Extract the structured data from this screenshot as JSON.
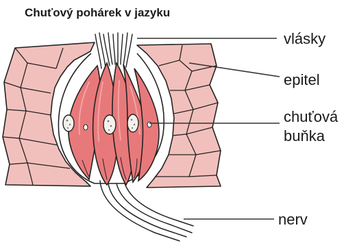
{
  "diagram": {
    "title": "Chuťový pohárek v jazyku",
    "labels": {
      "hairs": "vlásky",
      "epithelium": "epitel",
      "taste_cell_line1": "chuťová",
      "taste_cell_line2": "buňka",
      "nerve": "nerv"
    },
    "colors": {
      "epithelium_fill": "#f2c0bc",
      "cell_fill": "#e8797b",
      "cell_highlight": "#f4a3a3",
      "outline": "#222222",
      "leader_line": "#333333",
      "nucleus_fill": "#f4f0ec"
    }
  }
}
